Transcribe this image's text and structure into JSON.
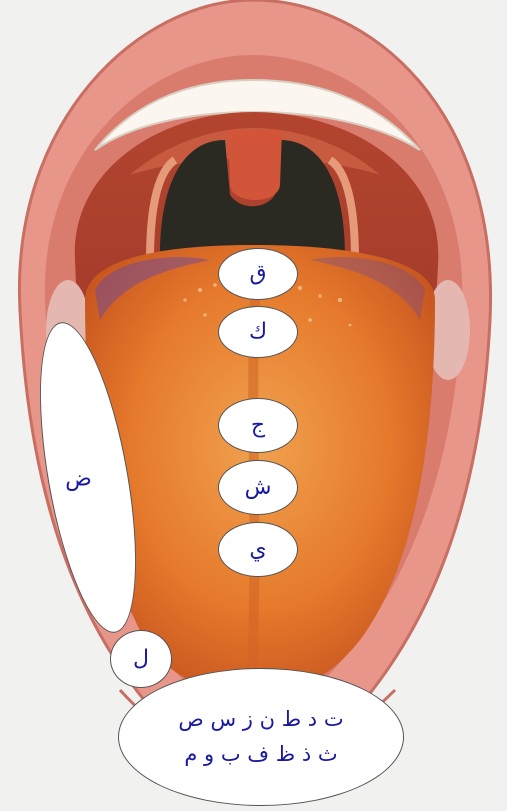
{
  "labels": {
    "qaf": "ق",
    "kaf": "ك",
    "jim": "ج",
    "shin": "ش",
    "ya": "ي",
    "dad": "ض",
    "lam": "ل",
    "tip_line1": "ت د ط ن ز س ص",
    "tip_line2": "ث ذ ظ ف ب و م"
  },
  "colors": {
    "label_text": "#1a1aa0",
    "tongue": "#e8782a",
    "lips": "#e8968a",
    "mouth_cavity": "#a83a2a",
    "background": "#f1f1ef"
  }
}
